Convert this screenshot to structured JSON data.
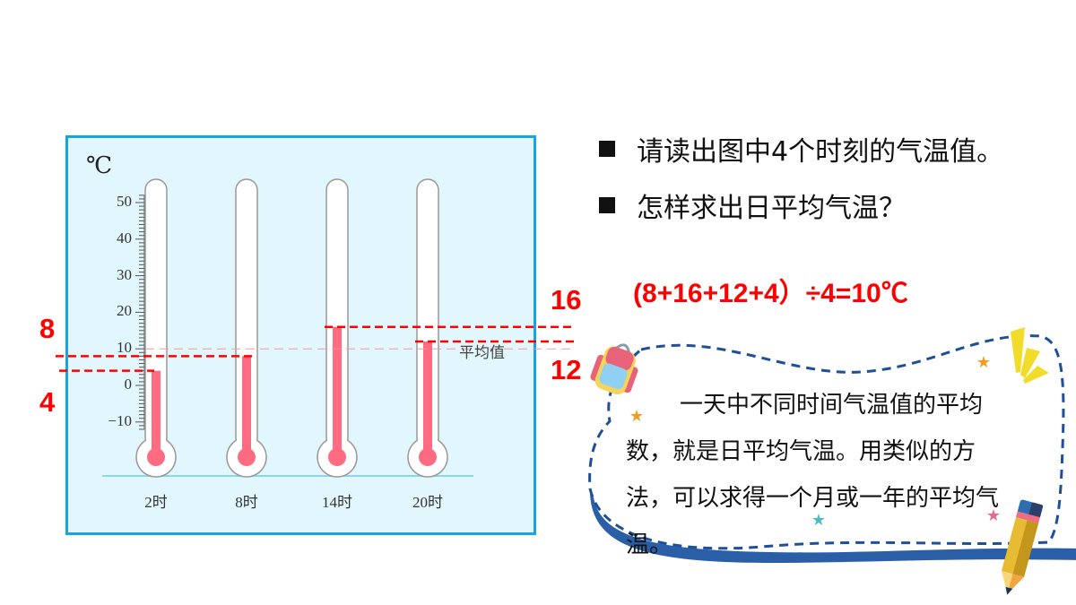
{
  "chart_data": {
    "type": "bar",
    "title": "",
    "ylabel": "℃",
    "xlabel": "",
    "categories": [
      "2时",
      "8时",
      "14时",
      "20时"
    ],
    "values": [
      4,
      8,
      16,
      12
    ],
    "ylim": [
      -10,
      50
    ],
    "yticks": [
      50,
      40,
      30,
      20,
      10,
      0,
      -10
    ],
    "average_line": {
      "value": 10,
      "label": "平均值"
    },
    "annotations": [
      {
        "text": "8",
        "value": 8
      },
      {
        "text": "4",
        "value": 4
      },
      {
        "text": "16",
        "value": 16
      },
      {
        "text": "12",
        "value": 12
      }
    ],
    "colors": {
      "mercury": "#ff6b81",
      "panel_bg": "#e2f6fd",
      "panel_border": "#17a4e2",
      "guide_line": "#ff0000"
    }
  },
  "panel": {
    "unit_label": "℃",
    "ticks": [
      {
        "label": "50",
        "value": 50
      },
      {
        "label": "40",
        "value": 40
      },
      {
        "label": "30",
        "value": 30
      },
      {
        "label": "20",
        "value": 20
      },
      {
        "label": "10",
        "value": 10
      },
      {
        "label": "0",
        "value": 0
      },
      {
        "label": "−10",
        "value": -10
      }
    ],
    "thermometers": [
      {
        "label": "2时",
        "value": 4
      },
      {
        "label": "8时",
        "value": 8
      },
      {
        "label": "14时",
        "value": 16
      },
      {
        "label": "20时",
        "value": 12
      }
    ],
    "average_label": "平均值"
  },
  "annotations": {
    "left_top": "8",
    "left_bottom": "4",
    "right_top": "16",
    "right_bottom": "12"
  },
  "questions": [
    "请读出图中4个时刻的气温值。",
    "怎样求出日平均气温？"
  ],
  "formula": "(8+16+12+4）÷4=10℃",
  "note": {
    "text": "一天中不同时间气温值的平均数，就是日平均气温。用类似的方法，可以求得一个月或一年的平均气温。"
  }
}
